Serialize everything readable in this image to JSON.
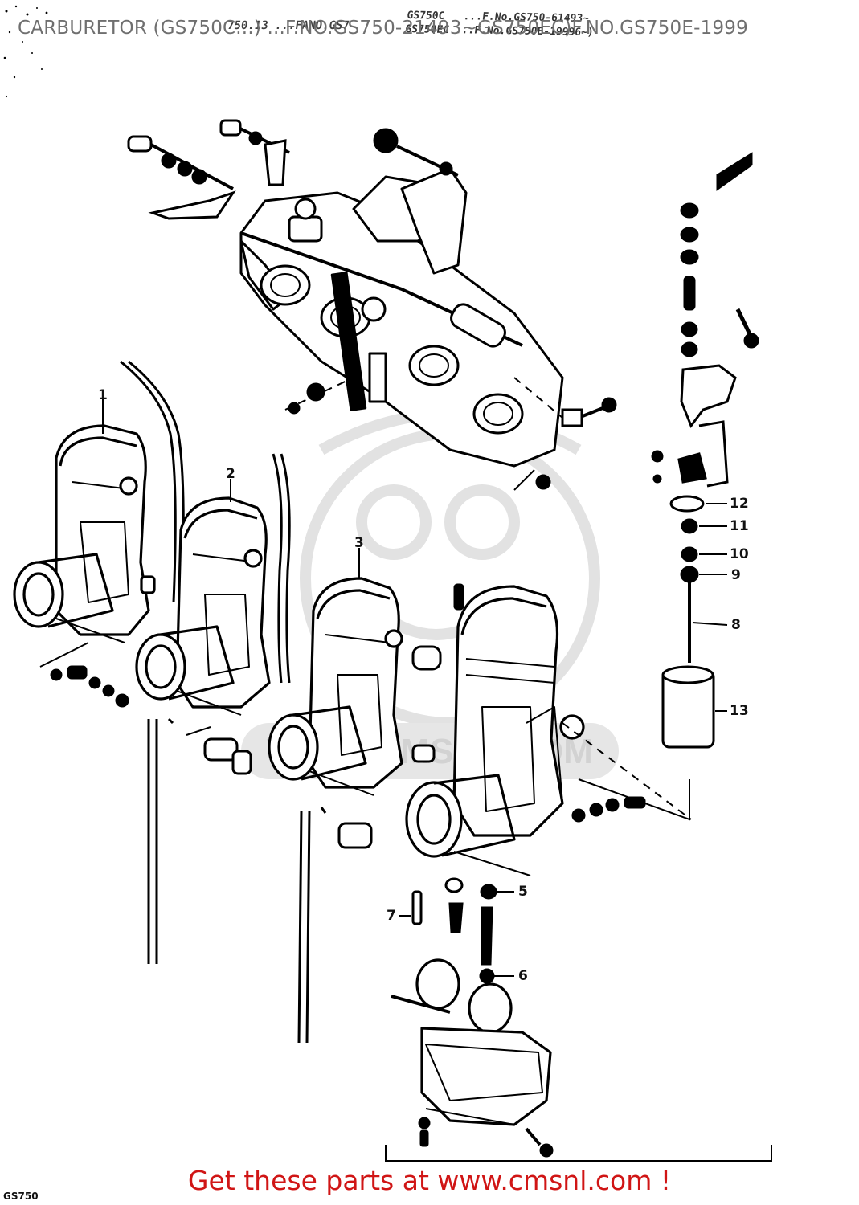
{
  "header": {
    "title": "CARBURETOR (GS750C...) ...F.NO.GS750-21493~GS750EC)F.NO.GS750E-1999",
    "stamp_line_1": "GS750C   ...F.No.GS750-61493~",
    "stamp_line_2": "GS750EC ...F.No.GS750E-19996~)",
    "stamp_left": "750.13 ...FANO.GS7"
  },
  "diagram": {
    "callouts": [
      "1",
      "2",
      "3",
      "5",
      "6",
      "7",
      "8",
      "9",
      "10",
      "11",
      "12",
      "13"
    ],
    "watermark_text": "WWW.CMSNL.COM",
    "line_color": "#000000",
    "watermark_color": "#e4e4e4"
  },
  "footer": {
    "link_text": "Get these parts at www.cmsnl.com !",
    "link_color": "#d01515",
    "model_tag": "GS750"
  }
}
